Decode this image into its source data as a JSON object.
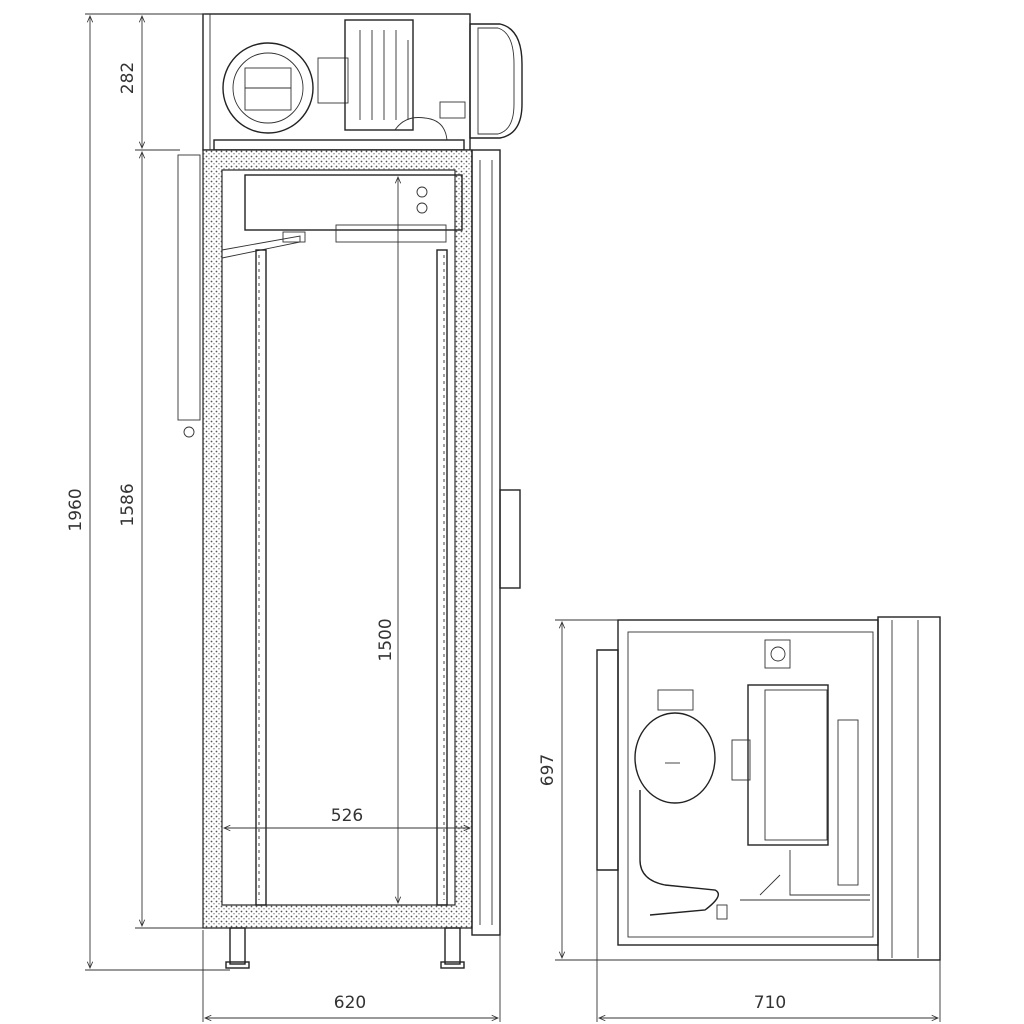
{
  "drawing": {
    "front_view": {
      "dimensions": {
        "total_height": "1960",
        "top_unit_height": "282",
        "cabinet_height": "1586",
        "interior_height": "1500",
        "interior_width": "526",
        "total_width": "620"
      }
    },
    "side_view": {
      "dimensions": {
        "unit_height": "697",
        "depth": "710"
      }
    }
  }
}
